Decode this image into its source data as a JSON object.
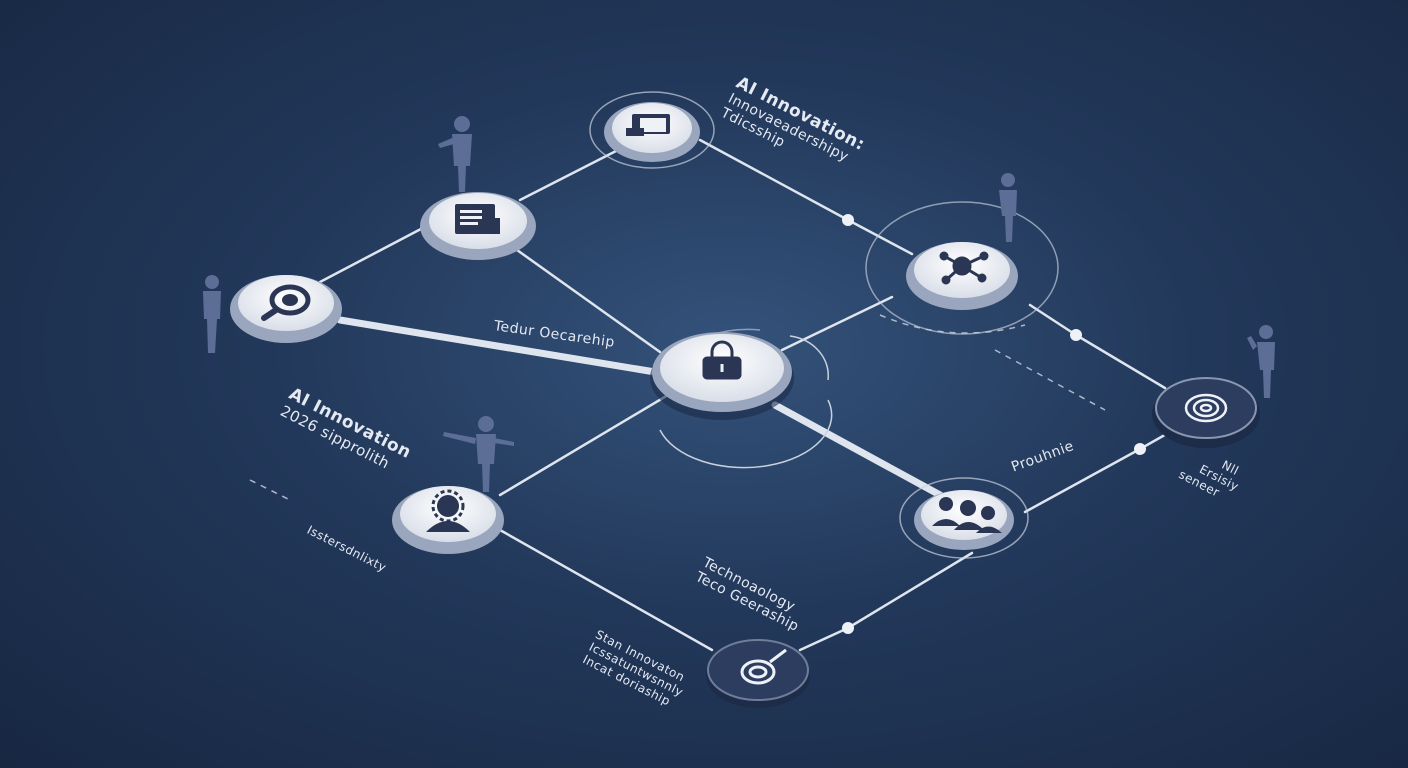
{
  "labels": {
    "top_right": {
      "line1": "AI Innovation:",
      "line2": "Innovaeadershipy",
      "line3": "Tdicsship"
    },
    "center": "Tedur Oecarehip",
    "left": {
      "line1": "AI Innovation",
      "line2": "2026 sipprolith"
    },
    "left_lower": "Isstersdnlixty",
    "bottom_center": {
      "line1": "Technoaology",
      "line2": "Teco Geeraship"
    },
    "bottom_left": {
      "line1": "Stan Innovaton",
      "line2": "Icssatuntwsnnly",
      "line3": "Incat doriaship"
    },
    "right_mid": "Prouhnie",
    "right": {
      "line1": "Nll",
      "line2": "Ersisiy",
      "line3": "seneer"
    }
  },
  "nodes": [
    {
      "id": "hub",
      "icon": "lock-icon"
    },
    {
      "id": "top",
      "icon": "book-icon"
    },
    {
      "id": "upper-left",
      "icon": "document-icon"
    },
    {
      "id": "left",
      "icon": "magnifier-icon"
    },
    {
      "id": "lower-left",
      "icon": "person-gear-icon"
    },
    {
      "id": "bottom",
      "icon": "target-icon"
    },
    {
      "id": "lower-right",
      "icon": "people-icon"
    },
    {
      "id": "right",
      "icon": "network-icon"
    },
    {
      "id": "far-right",
      "icon": "fingerprint-icon"
    }
  ],
  "colors": {
    "background": "#22385a",
    "line": "#dfe5ee",
    "node_face": "#eef1f6",
    "node_rim": "#9aa6bd",
    "icon": "#2b3654",
    "figure": "#5c6d96"
  }
}
